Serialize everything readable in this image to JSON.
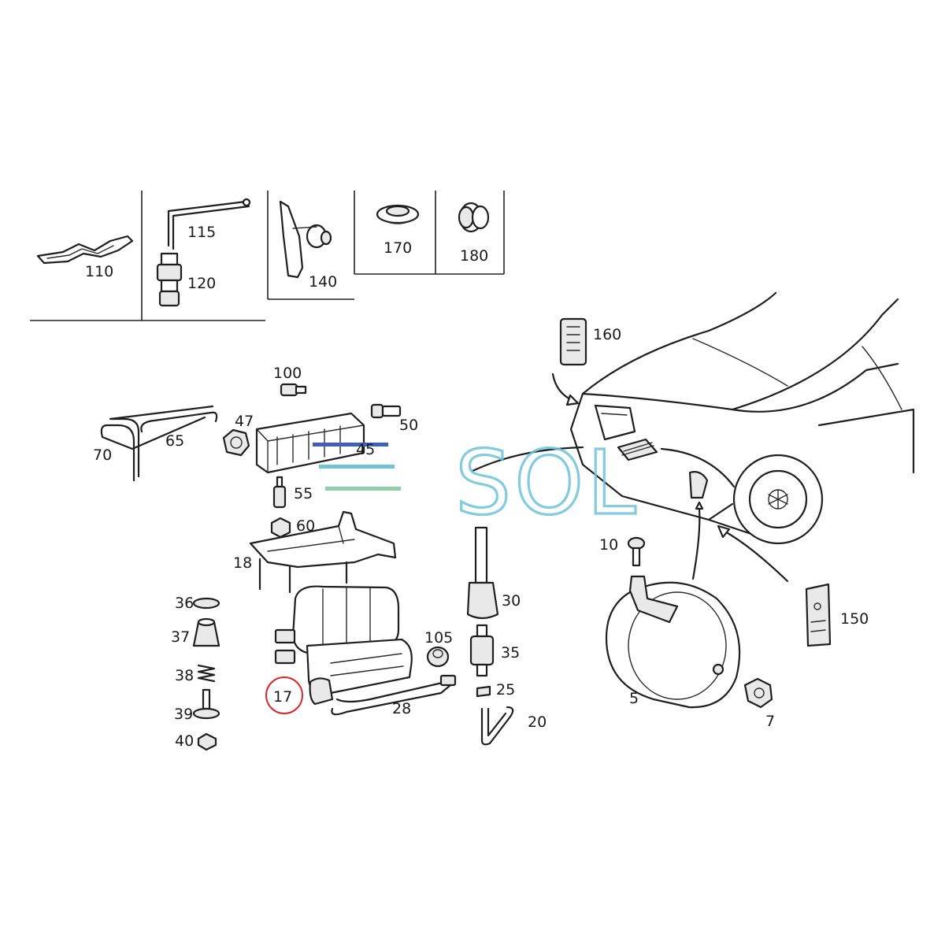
{
  "watermark": {
    "text": "SOL",
    "colors": [
      "#6ec3d9",
      "#8fd0a8",
      "#3f5fb8"
    ]
  },
  "highlight": {
    "label": "17",
    "color": "#d9262b"
  },
  "inset_labels": [
    "110",
    "115",
    "120",
    "140",
    "170",
    "180"
  ],
  "labels": {
    "p160": "160",
    "p100": "100",
    "p47": "47",
    "p50": "50",
    "p70": "70",
    "p65": "65",
    "p45": "45",
    "p55": "55",
    "p60": "60",
    "p18": "18",
    "p10": "10",
    "p150": "150",
    "p30": "30",
    "p36": "36",
    "p37": "37",
    "p105": "105",
    "p35": "35",
    "p38": "38",
    "p25": "25",
    "p5": "5",
    "p28": "28",
    "p39": "39",
    "p7": "7",
    "p20": "20",
    "p40": "40"
  }
}
